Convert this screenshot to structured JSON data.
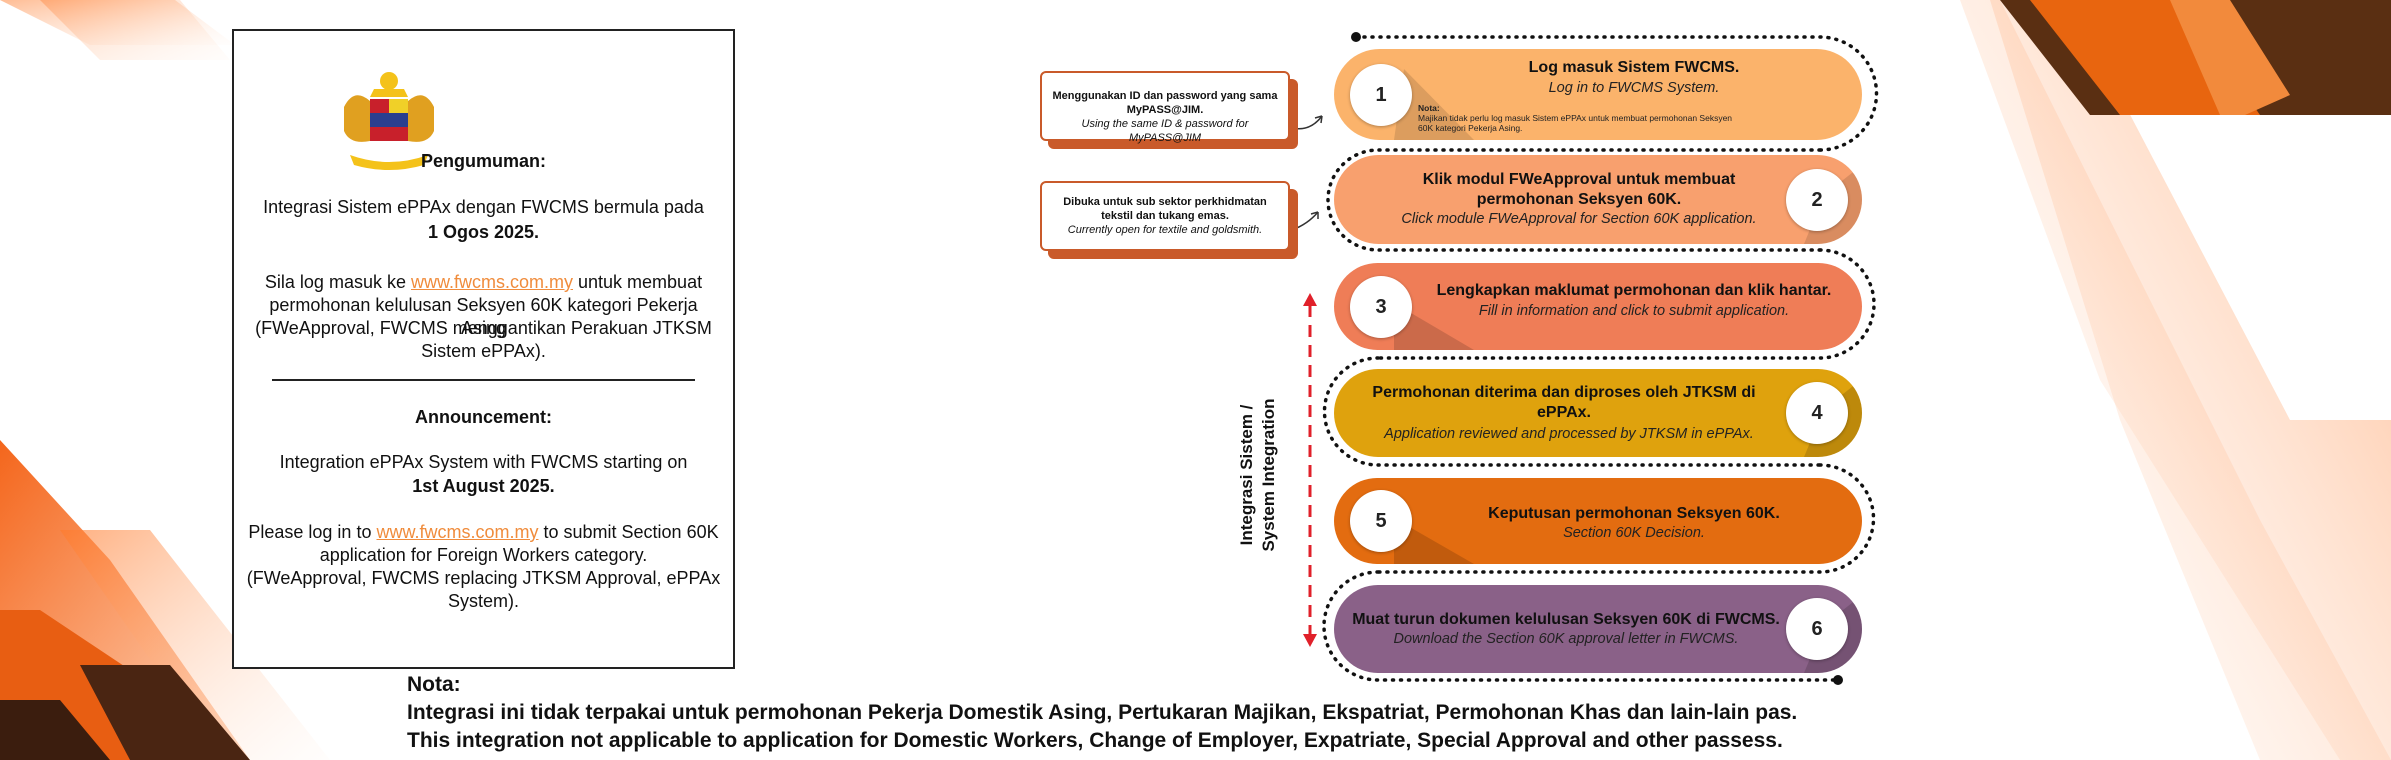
{
  "announcement": {
    "heading_ms": "Pengumuman:",
    "line1_ms": "Integrasi Sistem ePPAx dengan FWCMS bermula pada",
    "date_ms": "1 Ogos 2025.",
    "login_pre_ms": "Sila log masuk ke",
    "link_text": "www.fwcms.com.my",
    "login_post_ms": "untuk membuat",
    "line3_ms": "permohonan kelulusan Seksyen 60K kategori Pekerja Asing",
    "line4_ms": "(FWeApproval, FWCMS menggantikan Perakuan JTKSM",
    "line5_ms": "Sistem ePPAx).",
    "heading_en": "Announcement:",
    "line1_en": "Integration ePPAx System with FWCMS starting on",
    "date_en": "1st August 2025.",
    "login_pre_en": "Please log in to",
    "login_post_en": "to submit Section 60K",
    "line3_en": "application for Foreign Workers category.",
    "line4_en": "(FWeApproval, FWCMS replacing JTKSM Approval, ePPAx",
    "line5_en": "System)."
  },
  "callouts": [
    {
      "bold": "Menggunakan ID dan password yang sama MyPASS@JIM.",
      "italic": "Using the same ID & password for MyPASS@JIM"
    },
    {
      "bold": "Dibuka untuk sub sektor perkhidmatan tekstil dan tukang emas.",
      "italic": "Currently open for textile and goldsmith."
    }
  ],
  "steps": [
    {
      "num": "1",
      "title": "Log masuk Sistem FWCMS.",
      "subtitle": "Log in to FWCMS System.",
      "note_label": "Nota:",
      "note": "Majikan tidak perlu log masuk Sistem ePPAx untuk membuat permohonan Seksyen 60K kategori Pekerja Asing.",
      "color": "#fbb36b"
    },
    {
      "num": "2",
      "title": "Klik modul FWeApproval untuk membuat permohonan Seksyen 60K.",
      "subtitle": "Click module FWeApproval for Section 60K application.",
      "color": "#f8a06e"
    },
    {
      "num": "3",
      "title": "Lengkapkan maklumat permohonan dan klik hantar.",
      "subtitle": "Fill in information and click to submit application.",
      "color": "#ef7d57"
    },
    {
      "num": "4",
      "title": "Permohonan diterima dan diproses oleh JTKSM di ePPAx.",
      "subtitle": "Application reviewed and processed by JTKSM in ePPAx.",
      "color": "#dfa20d"
    },
    {
      "num": "5",
      "title": "Keputusan permohonan Seksyen 60K.",
      "subtitle": "Section 60K Decision.",
      "color": "#e36c10"
    },
    {
      "num": "6",
      "title": "Muat turun dokumen kelulusan Seksyen 60K di FWCMS.",
      "subtitle": "Download the Section 60K approval letter in FWCMS.",
      "color": "#8a6188"
    }
  ],
  "integration_label": {
    "line1": "Integrasi Sistem /",
    "line2": "System Integration"
  },
  "nota": {
    "label": "Nota:",
    "line_ms": "Integrasi ini tidak terpakai untuk permohonan Pekerja Domestik Asing, Pertukaran Majikan, Ekspatriat, Permohonan Khas dan lain-lain pas.",
    "line_en": "This integration not applicable to application for Domestic Workers, Change of Employer, Expatriate, Special Approval and other passess."
  }
}
